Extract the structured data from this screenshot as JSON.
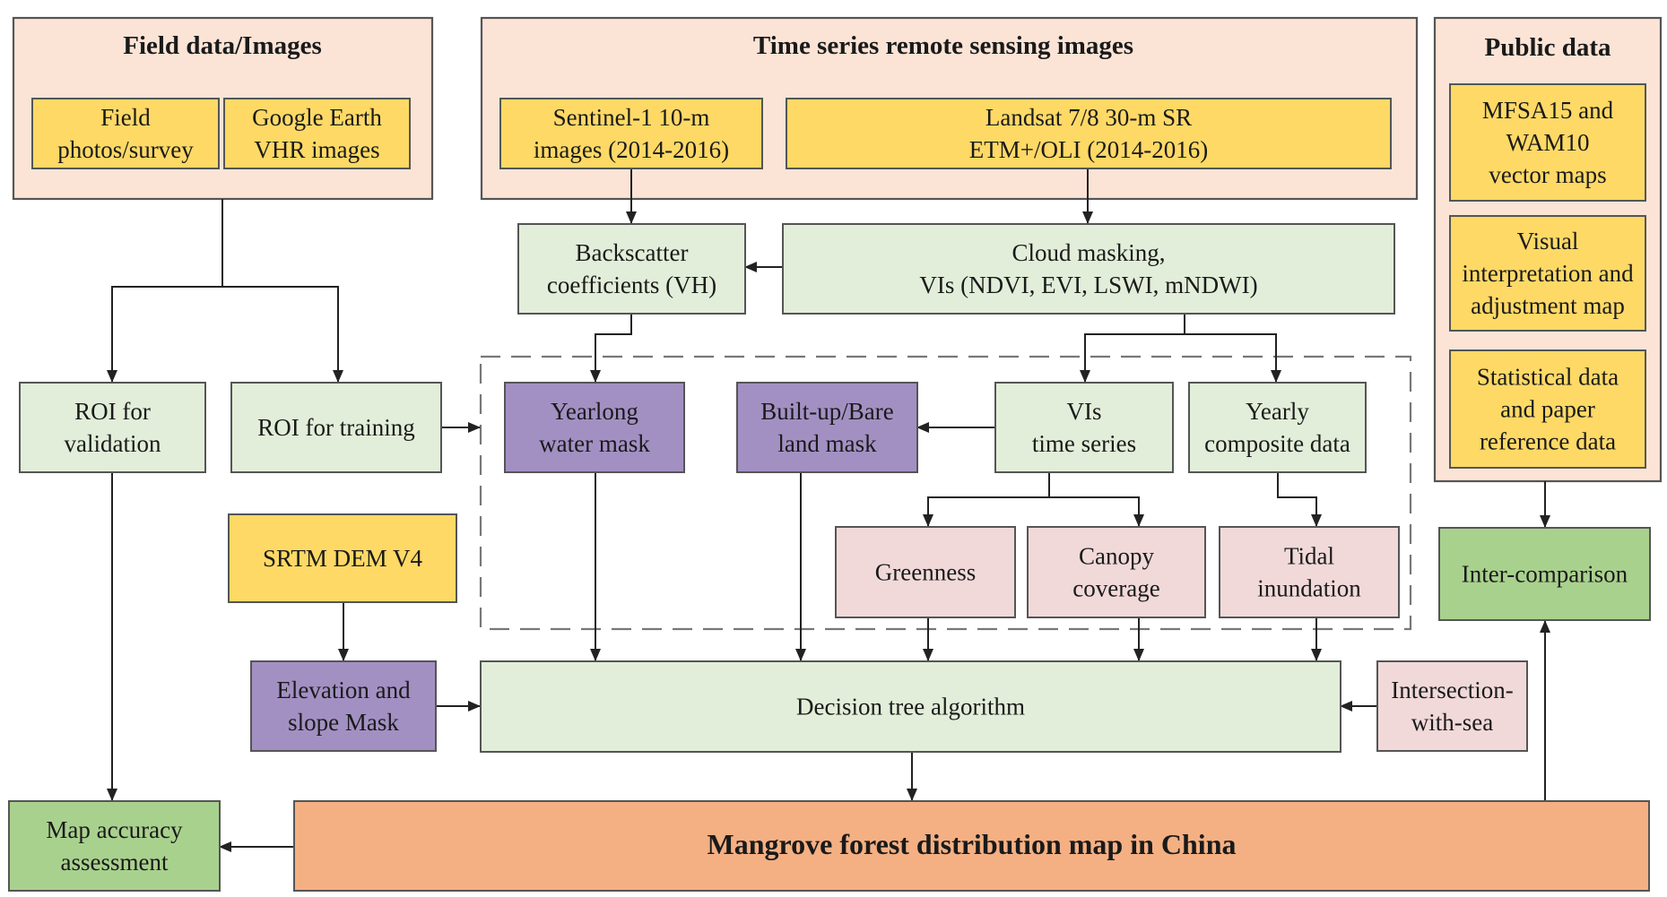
{
  "colors": {
    "group_bg": "#fbe4d6",
    "source_yellow": "#fed966",
    "process_green": "#e2eed9",
    "mask_purple": "#a390c3",
    "feature_pink": "#f1d9d9",
    "result_green": "#a9d18e",
    "output_orange": "#f4b083",
    "line": "#222222"
  },
  "groups": {
    "field": {
      "title": "Field data/Images"
    },
    "timeseries": {
      "title": "Time series remote sensing images"
    },
    "public": {
      "title": "Public data"
    }
  },
  "nodes": {
    "field_photos": {
      "lines": [
        "Field",
        "photos/survey"
      ]
    },
    "google_earth": {
      "lines": [
        "Google Earth",
        "VHR images"
      ]
    },
    "sentinel": {
      "lines": [
        "Sentinel-1 10-m",
        "images (2014-2016)"
      ]
    },
    "landsat": {
      "lines": [
        "Landsat 7/8 30-m SR",
        "ETM+/OLI (2014-2016)"
      ]
    },
    "mfsa": {
      "lines": [
        "MFSA15 and",
        "WAM10",
        "vector maps"
      ]
    },
    "visual": {
      "lines": [
        "Visual",
        "interpretation and",
        "adjustment map"
      ]
    },
    "statistical": {
      "lines": [
        "Statistical data",
        "and paper",
        "reference data"
      ]
    },
    "backscatter": {
      "lines": [
        "Backscatter",
        "coefficients (VH)"
      ]
    },
    "cloud": {
      "lines": [
        "Cloud masking,",
        "VIs (NDVI, EVI, LSWI, mNDWI)"
      ]
    },
    "roi_validation": {
      "lines": [
        "ROI for",
        "validation"
      ]
    },
    "roi_training": {
      "lines": [
        "ROI for training"
      ]
    },
    "water_mask": {
      "lines": [
        "Yearlong",
        "water mask"
      ]
    },
    "builtup_mask": {
      "lines": [
        "Built-up/Bare",
        "land mask"
      ]
    },
    "vis_series": {
      "lines": [
        "VIs",
        "time series"
      ]
    },
    "yearly": {
      "lines": [
        "Yearly",
        "composite data"
      ]
    },
    "greenness": {
      "lines": [
        "Greenness"
      ]
    },
    "canopy": {
      "lines": [
        "Canopy",
        "coverage"
      ]
    },
    "tidal": {
      "lines": [
        "Tidal",
        "inundation"
      ]
    },
    "srtm": {
      "lines": [
        "SRTM DEM V4"
      ]
    },
    "elevation": {
      "lines": [
        "Elevation and",
        "slope Mask"
      ]
    },
    "decision_tree": {
      "lines": [
        "Decision tree algorithm"
      ]
    },
    "intersection": {
      "lines": [
        "Intersection-",
        "with-sea"
      ]
    },
    "inter_comparison": {
      "lines": [
        "Inter-comparison"
      ]
    },
    "map_accuracy": {
      "lines": [
        "Map accuracy",
        "assessment"
      ]
    },
    "mangrove_map": {
      "lines": [
        "Mangrove forest distribution map in China"
      ]
    }
  }
}
